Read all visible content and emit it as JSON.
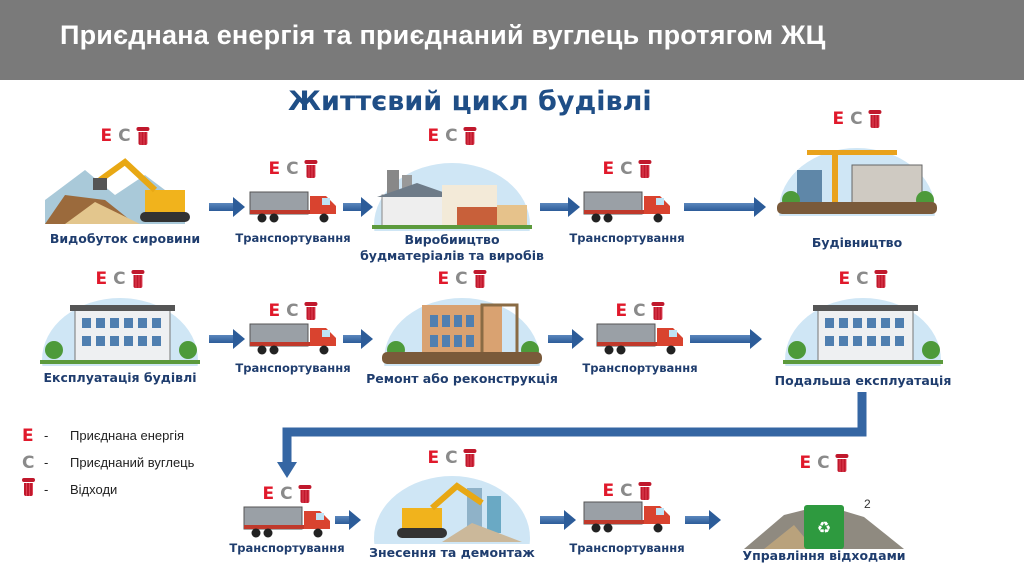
{
  "header": {
    "title": "Приєднана енергія та приєднаний вуглець протягом ЖЦ"
  },
  "diagram": {
    "title": "Життєвий цикл будівлі",
    "indicators": {
      "energy": "E",
      "carbon": "C",
      "waste_icon": "trash-bin-icon"
    },
    "stages": [
      {
        "label": "Видобуток сировини"
      },
      {
        "label": "Транспортування"
      },
      {
        "label": "Виробиицтво",
        "label2": "будматеріалів та виробів"
      },
      {
        "label": "Транспортування"
      },
      {
        "label": "Будівництво"
      },
      {
        "label": "Експлуатація будівлі"
      },
      {
        "label": "Транспортування"
      },
      {
        "label": "Ремонт або реконструкція"
      },
      {
        "label": "Транспортування"
      },
      {
        "label": "Подальша експлуатація"
      },
      {
        "label": "Транспортування"
      },
      {
        "label": "Знесення та демонтаж"
      },
      {
        "label": "Транспортування"
      },
      {
        "label": "Управління відходами"
      }
    ]
  },
  "legend": [
    {
      "symbol": "E",
      "dash": "-",
      "text": "Приєднана енергія"
    },
    {
      "symbol": "C",
      "dash": "-",
      "text": "Приєднаний вуглець"
    },
    {
      "symbol": "trash-bin-icon",
      "dash": "-",
      "text": "Відходи"
    }
  ],
  "page_number": "2",
  "colors": {
    "header": "#7a7a7a",
    "title": "#1f4e86",
    "energy": "#e0192b",
    "carbon": "#8a8a8a",
    "waste": "#c0182c",
    "arrow": "#2c5c99"
  }
}
